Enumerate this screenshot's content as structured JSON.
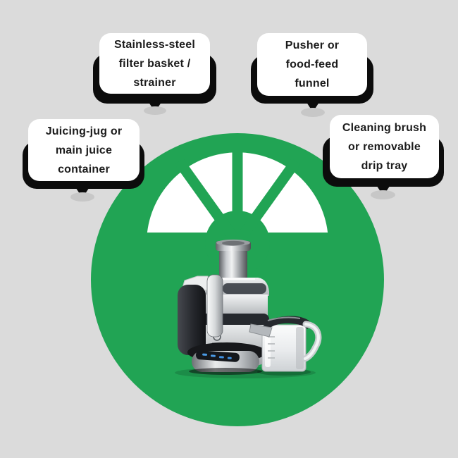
{
  "colors": {
    "background": "#dbdbdb",
    "green": "#21a454",
    "bubble_fill": "#ffffff",
    "bubble_shadow": "#0c0c0c",
    "text": "#1c1c1c",
    "ground_dot": "#c7c7c7"
  },
  "scene": {
    "circle_motif": "half-citrus-slice-fan",
    "subject": "stainless-steel centrifugal juicer with clear juice jug"
  },
  "callouts": [
    {
      "id": "filter-basket",
      "lines": [
        "Stainless-steel",
        "filter basket /",
        "strainer"
      ]
    },
    {
      "id": "pusher-funnel",
      "lines": [
        "Pusher or",
        "food-feed",
        "funnel"
      ]
    },
    {
      "id": "juice-jug",
      "lines": [
        "Juicing-jug or",
        "main juice",
        "container"
      ]
    },
    {
      "id": "cleaning-brush",
      "lines": [
        "Cleaning brush",
        "or removable",
        "drip tray"
      ]
    }
  ]
}
